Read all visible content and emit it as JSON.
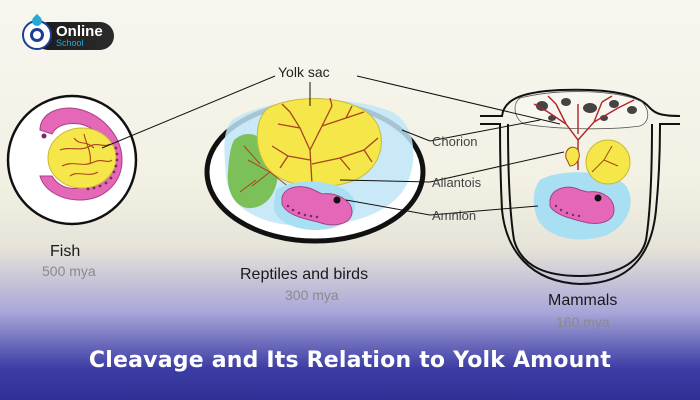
{
  "logo": {
    "word1": "Online",
    "word2": "School"
  },
  "labels": {
    "yolk_sac": "Yolk sac",
    "chorion": "Chorion",
    "allantois": "Allantois",
    "amnion": "Amnion"
  },
  "groups": [
    {
      "name": "Fish",
      "era": "500 mya"
    },
    {
      "name": "Reptiles and birds",
      "era": "300 mya"
    },
    {
      "name": "Mammals",
      "era": "160 mya"
    }
  ],
  "banner": {
    "title": "Cleavage and Its Relation to Yolk Amount"
  },
  "colors": {
    "yolk": "#f5e64a",
    "embryo": "#e567b8",
    "amnion_fluid": "#a9dff3",
    "vessel": "#a8451b",
    "allantois_green": "#7cc05a",
    "banner": "#2f2f96"
  }
}
